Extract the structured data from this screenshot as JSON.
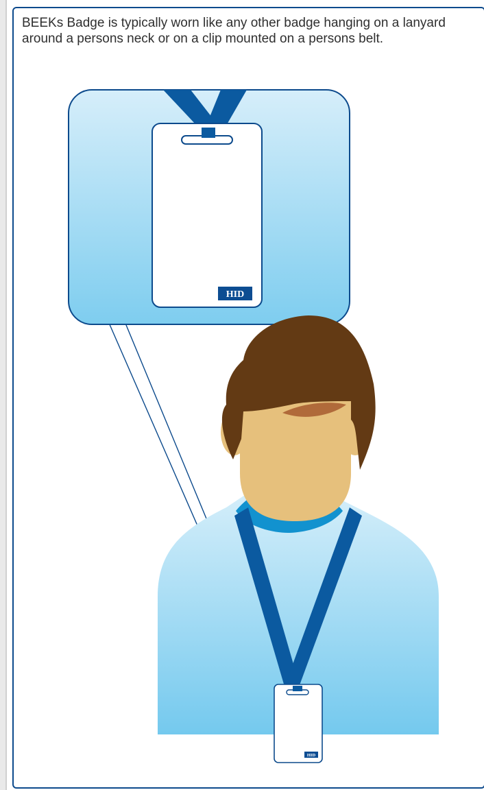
{
  "document": {
    "caption": "BEEKs Badge is typically worn like any other badge hanging on a lanyard around a persons neck or on a clip mounted on a persons belt."
  },
  "illustration": {
    "badge_logo_large": "HID",
    "badge_logo_small": "HID",
    "icons": [
      "badge-zoom-callout",
      "person-wearing-badge"
    ]
  },
  "colors": {
    "frame_border": "#0c4a8c",
    "lanyard": "#0b5aa0",
    "callout_light": "#d6eefa",
    "callout_dark": "#7ecdef",
    "hair": "#633a14",
    "skin": "#e6c07c",
    "neck": "#c79958",
    "collar": "#1292cf",
    "logo": "#0d4d92"
  }
}
